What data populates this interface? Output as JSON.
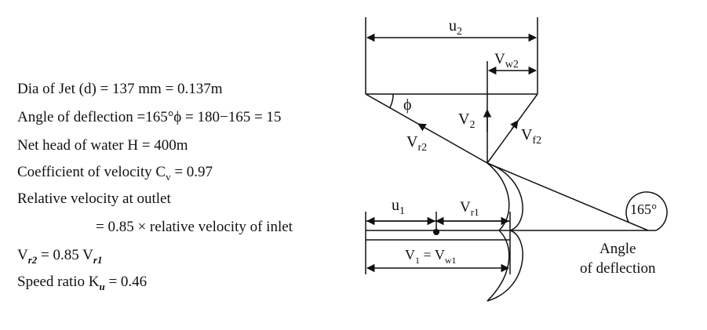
{
  "given": {
    "jet_dia": "Dia of Jet (d)  =  137 mm =  0.137m",
    "deflection": "Angle of deflection =165°ϕ = 180−165 = 15",
    "head": "Net head of water H  =  400m",
    "cv_prefix": "Coefficient of velocity C",
    "cv_sub": "v",
    "cv_value": " =  0.97",
    "rel_vel": "Relative velocity at outlet",
    "rel_vel2": "= 0.85 × relative velocity of inlet",
    "vr2_v": "V",
    "vr2_sub": "r2",
    "vr2_mid": "  =  0.85 V",
    "vr1_sub": "r1",
    "speed_prefix": "Speed ratio  K",
    "speed_sub": "u",
    "speed_value": "  =  0.46"
  },
  "diagram": {
    "u2": {
      "main": "u",
      "sub": "2"
    },
    "vw2": {
      "main": "V",
      "sub": "w2"
    },
    "phi": "ϕ",
    "v2": {
      "main": "V",
      "sub": "2"
    },
    "vf2": {
      "main": "V",
      "sub": "f2"
    },
    "vr2": {
      "main": "V",
      "sub": "r2"
    },
    "u1": {
      "main": "u",
      "sub": "1"
    },
    "vr1": {
      "main": "V",
      "sub": "r1"
    },
    "v1": {
      "main": "V",
      "sub": "1",
      "eq": " = V",
      "sub2": "w1"
    },
    "angle165": "165°",
    "angle_label1": "Angle",
    "angle_label2": "of deflection"
  }
}
